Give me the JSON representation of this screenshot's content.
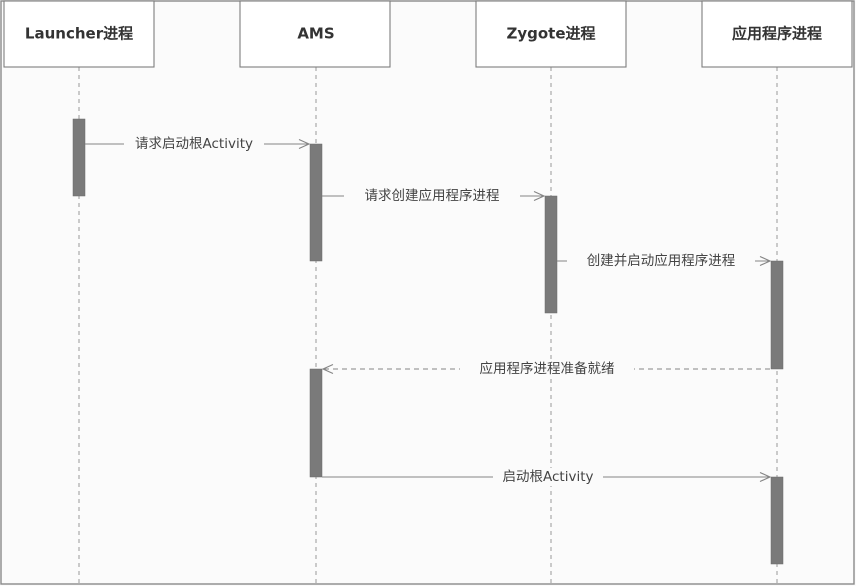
{
  "participants": [
    {
      "id": "launcher",
      "label": "Launcher进程"
    },
    {
      "id": "ams",
      "label": "AMS"
    },
    {
      "id": "zygote",
      "label": "Zygote进程"
    },
    {
      "id": "app",
      "label": "应用程序进程"
    }
  ],
  "messages": [
    {
      "from": "launcher",
      "to": "ams",
      "label": "请求启动根Activity",
      "style": "solid"
    },
    {
      "from": "ams",
      "to": "zygote",
      "label": "请求创建应用程序进程",
      "style": "solid"
    },
    {
      "from": "zygote",
      "to": "app",
      "label": "创建并启动应用程序进程",
      "style": "solid"
    },
    {
      "from": "app",
      "to": "ams",
      "label": "应用程序进程准备就绪",
      "style": "dashed"
    },
    {
      "from": "ams",
      "to": "app",
      "label": "启动根Activity",
      "style": "solid"
    }
  ]
}
